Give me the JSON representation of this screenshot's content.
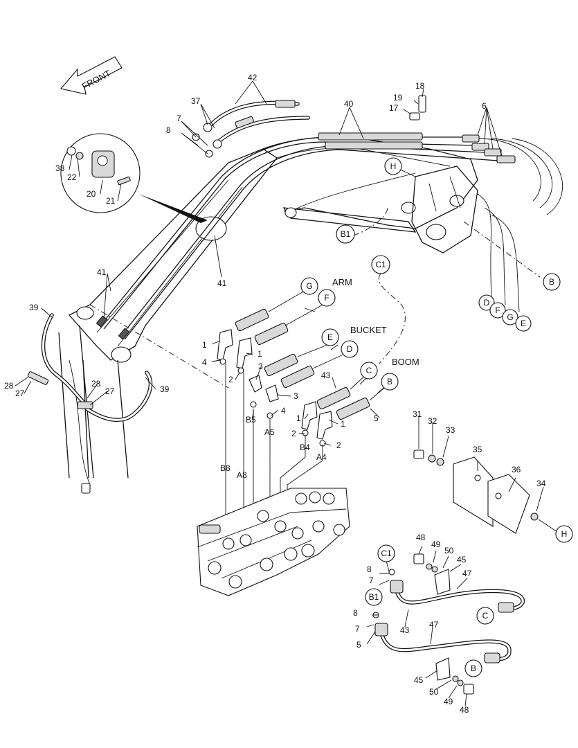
{
  "direction": {
    "label": "FRONT"
  },
  "words": {
    "arm": "ARM",
    "bucket": "BUCKET",
    "boom": "BOOM"
  },
  "callouts": {
    "n1": "1",
    "n2": "2",
    "n3": "3",
    "n4": "4",
    "n5": "5",
    "n6": "6",
    "n7": "7",
    "n8": "8",
    "n17": "17",
    "n18": "18",
    "n19": "19",
    "n20": "20",
    "n21": "21",
    "n22": "22",
    "n27": "27",
    "n28": "28",
    "n31": "31",
    "n32": "32",
    "n33": "33",
    "n34": "34",
    "n35": "35",
    "n36": "36",
    "n37": "37",
    "n38": "38",
    "n39": "39",
    "n40": "40",
    "n41": "41",
    "n42": "42",
    "n43": "43",
    "n45": "45",
    "n47": "47",
    "n48": "48",
    "n49": "49",
    "n50": "50"
  },
  "ports": {
    "b8": "B8",
    "a8": "A8",
    "b5": "B5",
    "a5": "A5",
    "b4": "B4",
    "a4": "A4"
  },
  "connectors": {
    "b": "B",
    "c": "C",
    "d": "D",
    "e": "E",
    "f": "F",
    "g": "G",
    "h": "H",
    "b1": "B1",
    "c1": "C1"
  }
}
